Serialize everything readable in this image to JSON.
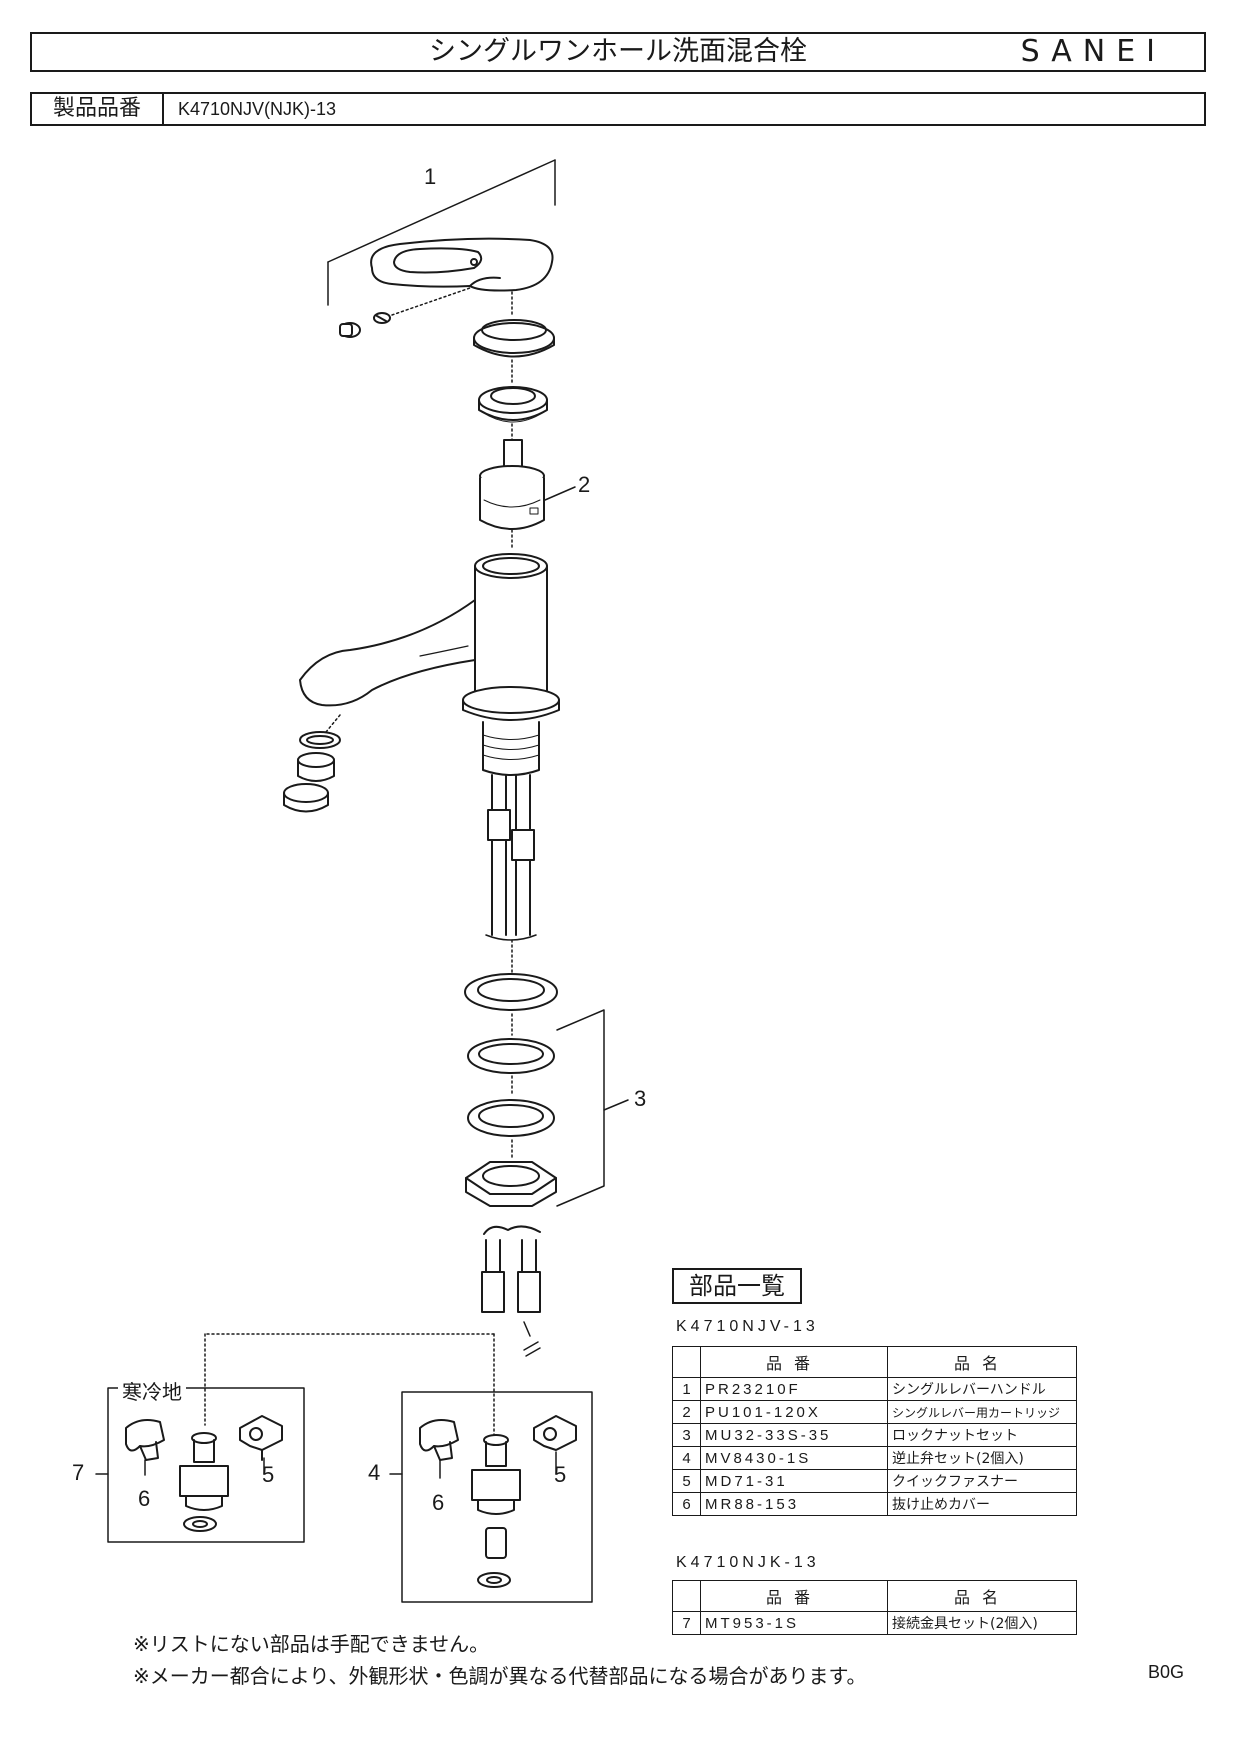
{
  "header": {
    "title": "シングルワンホール洗面混合栓",
    "brand": "SANEI"
  },
  "model": {
    "label": "製品品番",
    "value": "K4710NJV(NJK)-13"
  },
  "callouts": {
    "c1": "1",
    "c2": "2",
    "c3": "3",
    "c4": "4",
    "c5a": "5",
    "c5b": "5",
    "c6a": "6",
    "c6b": "6",
    "c7": "7"
  },
  "cold_region_label": "寒冷地",
  "parts_list": {
    "title": "部品一覧",
    "table1": {
      "model": "K4710NJV-13",
      "headers": [
        "品番",
        "品名"
      ],
      "rows": [
        {
          "no": "1",
          "code": "PR23210F",
          "name": "シングルレバーハンドル"
        },
        {
          "no": "2",
          "code": "PU101-120X",
          "name": "シングルレバー用カートリッジ"
        },
        {
          "no": "3",
          "code": "MU32-33S-35",
          "name": "ロックナットセット"
        },
        {
          "no": "4",
          "code": "MV8430-1S",
          "name": "逆止弁セット(2個入)"
        },
        {
          "no": "5",
          "code": "MD71-31",
          "name": "クイックファスナー"
        },
        {
          "no": "6",
          "code": "MR88-153",
          "name": "抜け止めカバー"
        }
      ]
    },
    "table2": {
      "model": "K4710NJK-13",
      "headers": [
        "品番",
        "品名"
      ],
      "rows": [
        {
          "no": "7",
          "code": "MT953-1S",
          "name": "接続金具セット(2個入)"
        }
      ]
    }
  },
  "notes": {
    "note1": "※リストにない部品は手配できません。",
    "note2": "※メーカー都合により、外観形状・色調が異なる代替部品になる場合があります。"
  },
  "doc_code": "B0G"
}
